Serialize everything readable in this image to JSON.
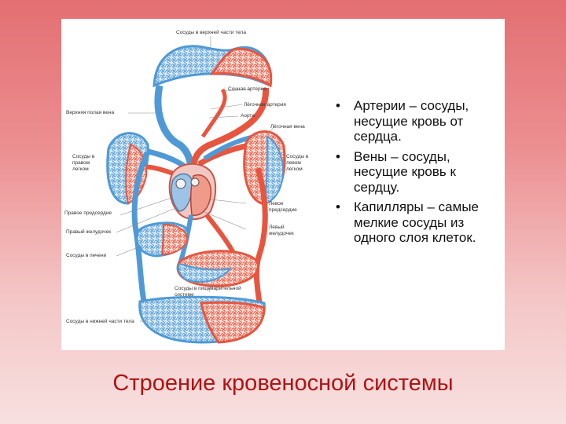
{
  "labels": {
    "upper_body_vessels": "Сосуды в верхней части тела",
    "carotid_artery": "Сонная артерия",
    "pulmonary_artery": "Лёгочная артерия",
    "aorta": "Аорта",
    "pulmonary_vein": "Лёгочная вена",
    "superior_vena_cava": "Верхняя полая вена",
    "right_lung_vessels": "Сосуды в правом легком",
    "left_lung_vessels": "Сосуды в левом легком",
    "right_atrium": "Правое предсердие",
    "left_atrium": "Левое предсердие",
    "right_ventricle": "Правый желудочек",
    "left_ventricle": "Левый желудочек",
    "liver_vessels": "Сосуды в печени",
    "digestive_vessels": "Сосуды в пищеварительной системе",
    "lower_body_vessels": "Сосуды в нижней части тела"
  },
  "bullets": [
    "Артерии – сосуды, несущие кровь от сердца.",
    "Вены – сосуды, несущие кровь к сердцу.",
    "Капилляры – самые мелкие сосуды из одного слоя клеток."
  ],
  "bullet_marker": "•",
  "title": "Строение кровеносной системы",
  "colors": {
    "artery": "#e8553f",
    "vein": "#4f9ad6",
    "title": "#b01212",
    "background_top": "#e36f72",
    "background_bottom": "#f8e0e0"
  }
}
